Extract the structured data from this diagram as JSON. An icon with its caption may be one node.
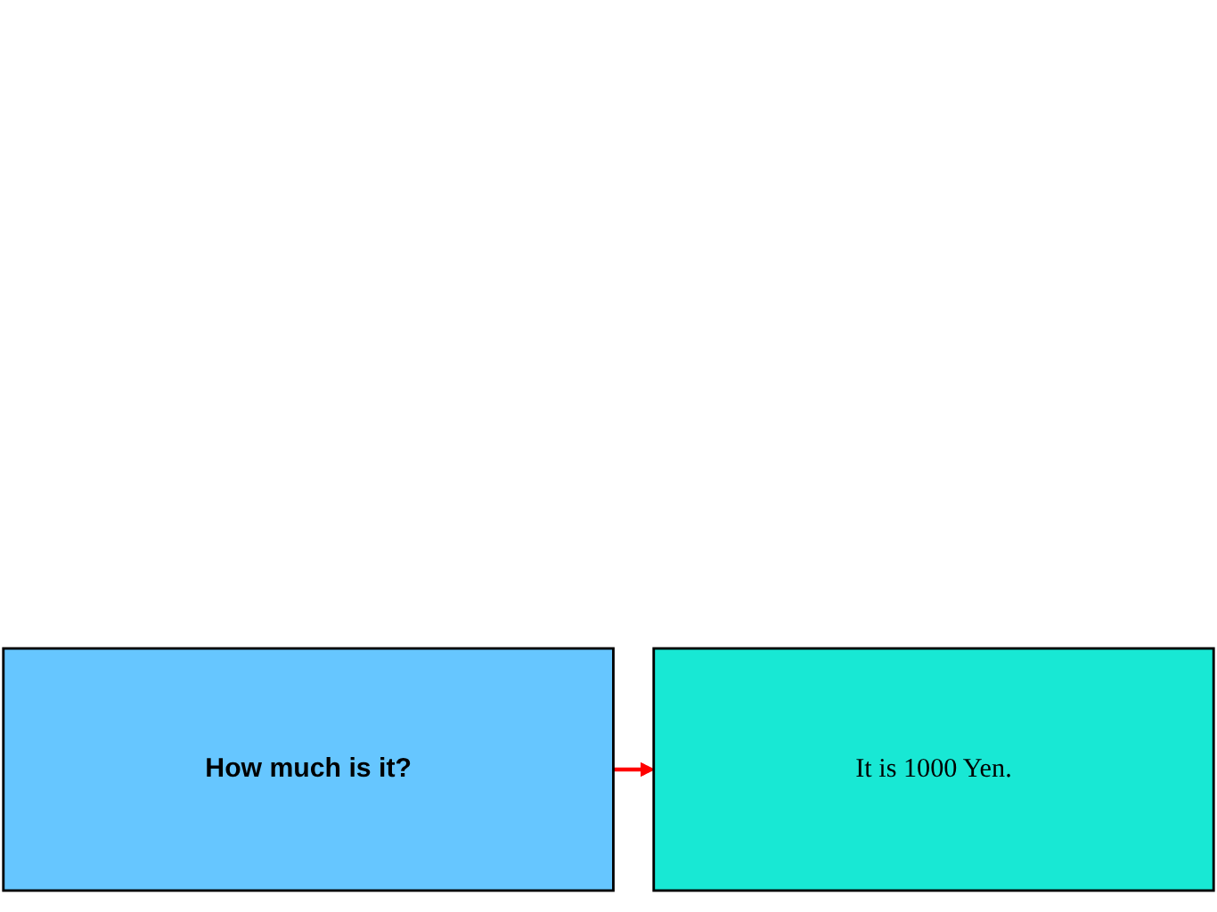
{
  "diagram": {
    "nodes": [
      {
        "text": [
          "How much is it?"
        ]
      },
      {
        "text": [
          "It is 1000 Yen."
        ]
      }
    ],
    "edges": [
      {
        "from": 0,
        "to": 1,
        "arrow": "to",
        "color": "#ff0000"
      }
    ]
  }
}
